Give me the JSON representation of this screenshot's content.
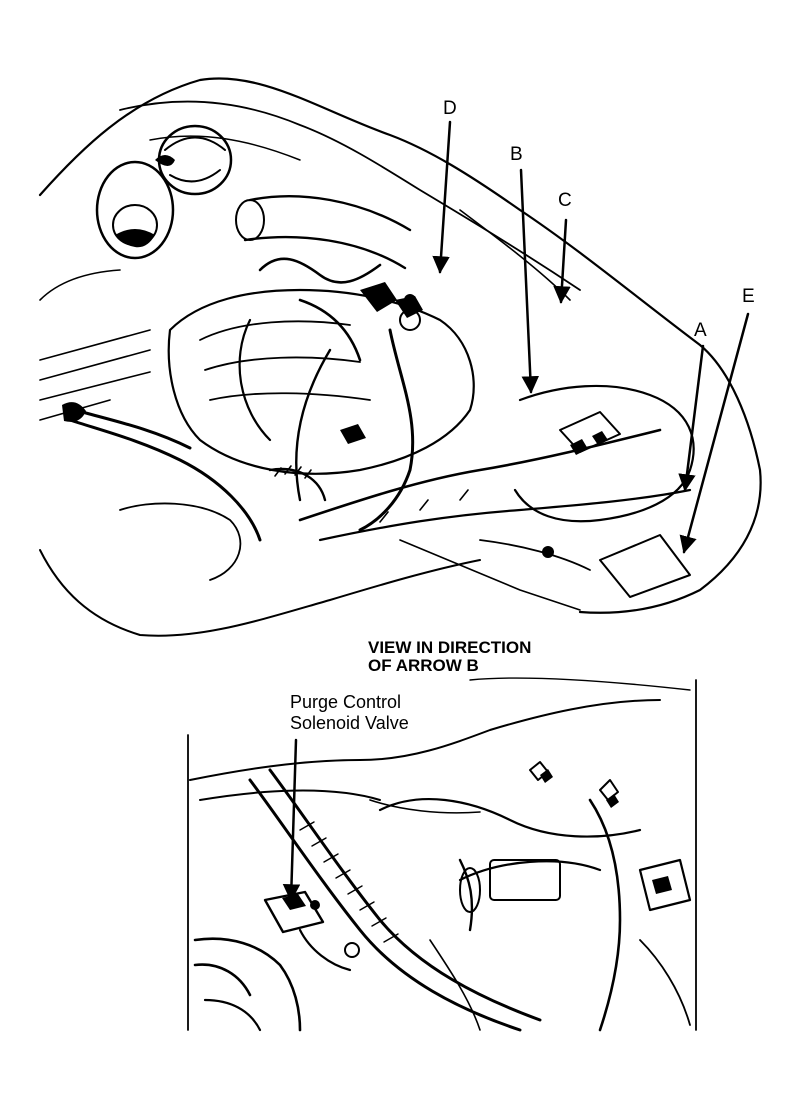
{
  "callouts": {
    "a": "A",
    "b": "B",
    "c": "C",
    "d": "D",
    "e": "E"
  },
  "inset": {
    "heading_line1": "VIEW IN DIRECTION",
    "heading_line2": "OF ARROW B",
    "part_line1": "Purge Control",
    "part_line2": "Solenoid Valve"
  },
  "colors": {
    "ink": "#000000",
    "paper": "#ffffff"
  }
}
